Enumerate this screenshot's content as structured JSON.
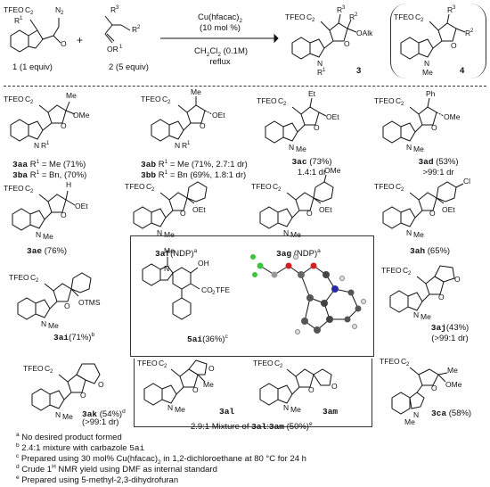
{
  "scheme": {
    "sm1_label": "1 (1 equiv)",
    "sm2_label": "2 (5 equiv)",
    "plus": "+",
    "catalyst": "Cu(hfacac)",
    "catalyst_sub": "2",
    "loading": "(10 mol %)",
    "solvent": "CH",
    "solvent_sub1": "2",
    "solvent_rest": "Cl",
    "solvent_sub2": "2",
    "solvent_conc": " (0.1M)",
    "conditions": "reflux",
    "product3": "3",
    "product4": "4",
    "atoms": {
      "tfeo2c": "TFEO",
      "c": "C",
      "two": "2",
      "n": "N",
      "n2": "N",
      "o": "O",
      "r1": "R",
      "r1_sup": "1",
      "r2": "R",
      "r2_sup": "2",
      "r3": "R",
      "r3_sup": "3",
      "oalk": "OAlk",
      "or1": "OR",
      "me": "Me",
      "et": "Et",
      "ph": "Ph",
      "ome": "OMe",
      "oet": "OEt",
      "otms": "OTMS",
      "h": "H",
      "oh": "OH",
      "co2tfe": "CO",
      "tfe": "TFE",
      "cl": "Cl"
    }
  },
  "products": {
    "3aa": {
      "code": "3aa",
      "text": " R",
      "sup": "1",
      "rest": " = Me (71%)"
    },
    "3ba": {
      "code": "3ba",
      "text": " R",
      "sup": "1",
      "rest": " = Bn, (70%)"
    },
    "3ab": {
      "code": "3ab",
      "text": " R",
      "sup": "1",
      "rest": " = Me (71%, 2.7:1 dr)"
    },
    "3bb": {
      "code": "3bb",
      "text": " R",
      "sup": "1",
      "rest": " = Bn (69%, 1.8:1 dr)"
    },
    "3ac": {
      "code": "3ac",
      "rest": " (73%)",
      "line2": "1.4:1 dr"
    },
    "3ad": {
      "code": "3ad",
      "rest": " (53%)",
      "line2": ">99:1 dr"
    },
    "3ae": {
      "code": "3ae",
      "rest": " (76%)"
    },
    "3af": {
      "code": "3af",
      "rest": "(NDP)",
      "sup": "a"
    },
    "3ag": {
      "code": "3ag",
      "rest": " (NDP)",
      "sup": "a"
    },
    "3ah": {
      "code": "3ah",
      "rest": " (65%)"
    },
    "3ai": {
      "code": "3ai",
      "rest": "(71%)",
      "sup": "b"
    },
    "5ai": {
      "code": "5ai",
      "rest": "(36%)",
      "sup": "c"
    },
    "3aj": {
      "code": "3aj",
      "rest": "(43%)",
      "line2": "(>99:1 dr)"
    },
    "3ak": {
      "code": "3ak",
      "rest": " (54%)",
      "sup": "d",
      "line2": "(>99:1 dr)"
    },
    "3al": {
      "code": "3al"
    },
    "3am": {
      "code": "3am"
    },
    "3ca": {
      "code": "3ca",
      "rest": " (58%)"
    },
    "mixture": {
      "pre": "2.9:1 Mixture of ",
      "code1": "3al",
      "colon": ":",
      "code2": "3am",
      "post": " (50%)",
      "sup": "e"
    }
  },
  "footnotes": [
    {
      "mark": "a",
      "text": " No desired product formed"
    },
    {
      "mark": "b",
      "text": " 2.4:1 mixture with carbazole ",
      "code": "5ai"
    },
    {
      "mark": "c",
      "text": " Prepared using 30 mol% Cu(hfacac)",
      "sub": "2",
      "tail": " in 1,2-dichloroethane at 80 °C for 24 h"
    },
    {
      "mark": "d",
      "text": " Crude 1",
      "sup2": "H",
      "tail": " NMR yield using DMF as internal standard"
    },
    {
      "mark": "e",
      "text": " Prepared using 5-methyl-2,3-dihydrofuran"
    }
  ]
}
